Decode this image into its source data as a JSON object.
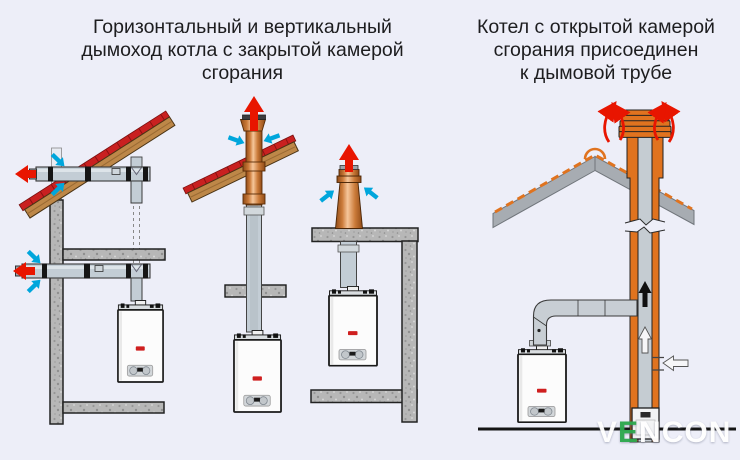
{
  "titles": {
    "left": "Горизонтальный и вертикальный\nдымоход  котла с закрытой камерой\nсгорания",
    "right": "Котел с открытой камерой\nсгорания присоединен\nк дымовой трубе"
  },
  "watermark": {
    "part1": "V",
    "part2": "E",
    "part3": "NCON"
  },
  "colors": {
    "background": "#edeef8",
    "exhaust_arrow": "#e81500",
    "intake_arrow": "#00a6dc",
    "copper_light": "#f6c69a",
    "copper_mid": "#cb7b3a",
    "copper_dark": "#8f4a16",
    "chimney_brick": "#e0731f",
    "concrete": "#b7b7b7",
    "roof_tile_red": "#c92020",
    "roof_wood": "#bd8748",
    "pipe_gray": "#c3cdd5",
    "boiler_logo": "#cf1f1f",
    "watermark_green": "#2ea84e"
  }
}
